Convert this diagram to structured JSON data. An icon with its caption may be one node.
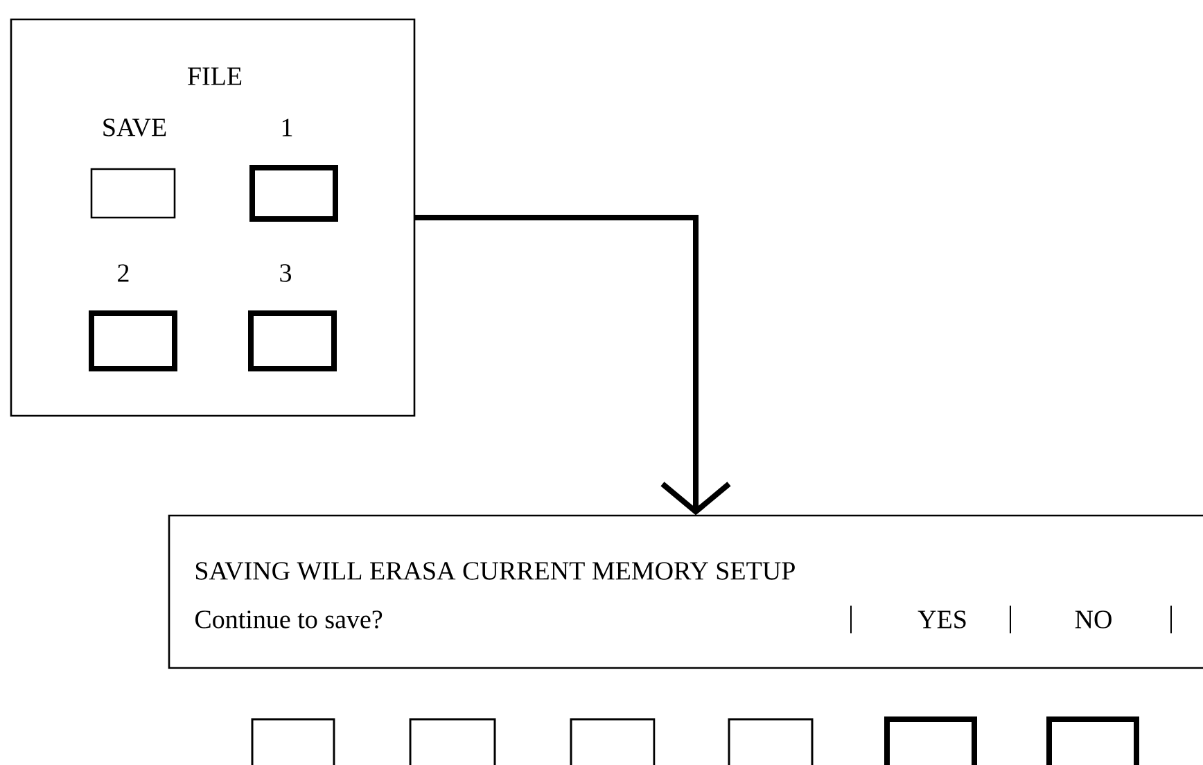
{
  "diagram": {
    "nodes": [
      {
        "text": [
          "FILE"
        ]
      },
      {
        "text": [
          "SAVE"
        ],
        "in": 0
      },
      {
        "text": [
          "1"
        ],
        "in": 0
      },
      {
        "text": [
          "2"
        ],
        "in": 0
      },
      {
        "text": [
          "3"
        ],
        "in": 0
      },
      {
        "text": [
          "SAVING WILL ERASA CURRENT MEMORY SETUP",
          "Continue to save?",
          "YES",
          "NO"
        ]
      },
      {
        "text": [],
        "shape": "box"
      },
      {
        "text": [],
        "shape": "box"
      },
      {
        "text": [],
        "shape": "box"
      },
      {
        "text": [],
        "shape": "box"
      },
      {
        "text": [],
        "shape": "box"
      },
      {
        "text": [],
        "shape": "box"
      }
    ],
    "edges": [
      {
        "from": 0,
        "to": 5,
        "arrow": "to"
      }
    ]
  }
}
